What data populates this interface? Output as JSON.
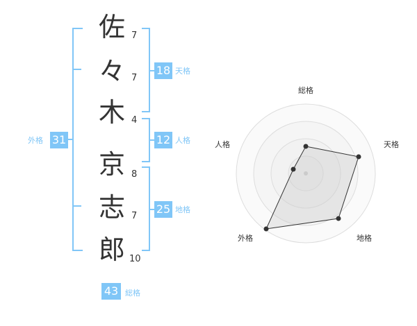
{
  "characters": [
    {
      "char": "佐",
      "strokes": "7"
    },
    {
      "char": "々",
      "strokes": "7"
    },
    {
      "char": "木",
      "strokes": "4"
    },
    {
      "char": "京",
      "strokes": "8"
    },
    {
      "char": "志",
      "strokes": "7"
    },
    {
      "char": "郎",
      "strokes": "10"
    }
  ],
  "fortunes": {
    "tenkaku": {
      "value": "18",
      "label": "天格"
    },
    "jinkaku": {
      "value": "12",
      "label": "人格"
    },
    "chikaku": {
      "value": "25",
      "label": "地格"
    },
    "gaikaku": {
      "value": "31",
      "label": "外格"
    },
    "soukaku": {
      "value": "43",
      "label": "総格"
    }
  },
  "radar": {
    "labels": {
      "top": "総格",
      "right": "天格",
      "bottom_right": "地格",
      "bottom_left": "外格",
      "left": "人格"
    }
  }
}
